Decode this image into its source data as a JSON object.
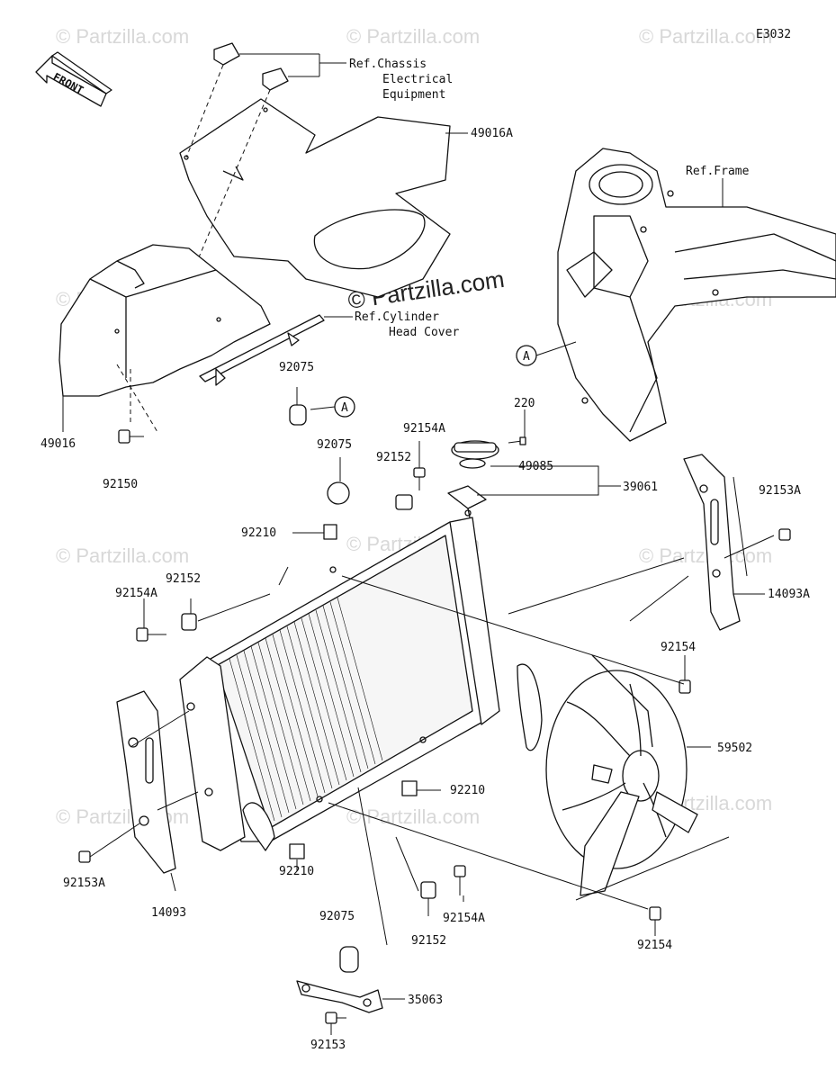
{
  "diagram_code": "E3032",
  "front_label": "FRONT",
  "watermarks": [
    "© Partzilla.com"
  ],
  "main_watermark": "© Partzilla.com",
  "ref_circle": "A",
  "references": {
    "chassis_1": "Ref.Chassis",
    "chassis_2": "Electrical",
    "chassis_3": "Equipment",
    "cyl_1": "Ref.Cylinder",
    "cyl_2": "Head Cover",
    "frame": "Ref.Frame"
  },
  "parts": {
    "p49016A": "49016A",
    "p49016": "49016",
    "p92150": "92150",
    "p92075_a": "92075",
    "p92075_b": "92075",
    "p92075_c": "92075",
    "p92154A_a": "92154A",
    "p92154A_b": "92154A",
    "p92154A_c": "92154A",
    "p220": "220",
    "p92152_a": "92152",
    "p92152_b": "92152",
    "p92152_c": "92152",
    "p49085": "49085",
    "p39061": "39061",
    "p92153A_a": "92153A",
    "p92153A_b": "92153A",
    "p92210_a": "92210",
    "p92210_b": "92210",
    "p92210_c": "92210",
    "p14093A": "14093A",
    "p14093": "14093",
    "p92154_a": "92154",
    "p92154_b": "92154",
    "p59502": "59502",
    "p35063": "35063",
    "p92153": "92153"
  }
}
